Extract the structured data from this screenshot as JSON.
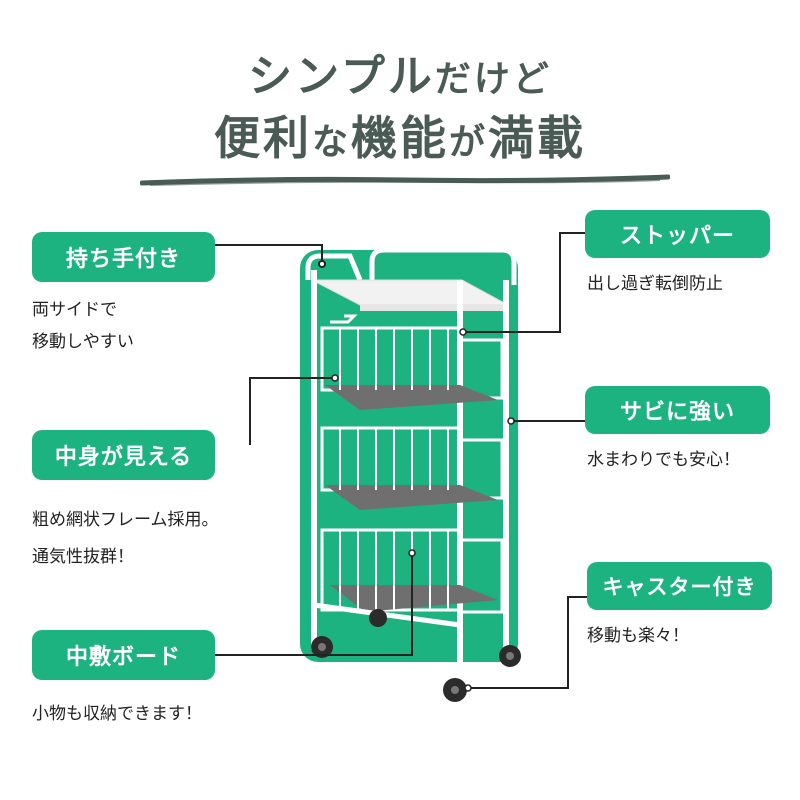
{
  "heading": {
    "line1_main": "シンプル",
    "line1_small": "だけど",
    "line2_a": "便利",
    "line2_b": "な",
    "line2_c": "機能",
    "line2_d": "が",
    "line2_e": "満載"
  },
  "features": {
    "handle": {
      "label": "持ち手付き",
      "desc1": "両サイドで",
      "desc2": "移動しやすい"
    },
    "visible": {
      "label": "中身が見える",
      "desc1": "粗め網状フレーム採用。",
      "desc2": "通気性抜群！"
    },
    "board": {
      "label": "中敷ボード",
      "desc1": "小物も収納できます！"
    },
    "stopper": {
      "label": "ストッパー",
      "desc1": "出し過ぎ転倒防止"
    },
    "rust": {
      "label": "サビに強い",
      "desc1": "水まわりでも安心！"
    },
    "caster": {
      "label": "キャスター付き",
      "desc1": "移動も楽々！"
    }
  },
  "colors": {
    "accent": "#1db380",
    "heading": "#4a5a55"
  }
}
